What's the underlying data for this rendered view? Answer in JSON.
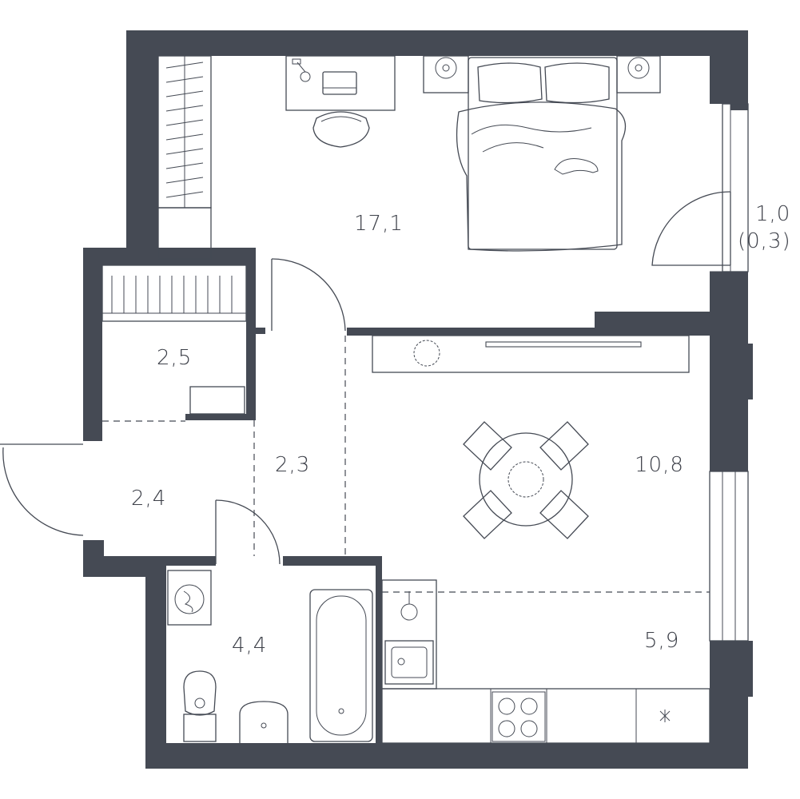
{
  "colors": {
    "wall": "#454a54",
    "line": "#454a54",
    "background": "#ffffff"
  },
  "rooms": {
    "bedroom": {
      "area": "17,1"
    },
    "balcony": {
      "area": "1,0",
      "area_reduced": "(0,3)"
    },
    "storage": {
      "area": "2,5"
    },
    "corridor": {
      "area": "2,3"
    },
    "entrance": {
      "area": "2,4"
    },
    "living": {
      "area": "10,8"
    },
    "kitchen": {
      "area": "5,9"
    },
    "bathroom": {
      "area": "4,4"
    }
  },
  "icons": {
    "bed": "bed-icon",
    "desk": "desk-icon",
    "chair": "office-chair-icon",
    "wardrobe": "wardrobe-icon",
    "nightstand": "nightstand-icon",
    "dining": "dining-table-icon",
    "stove": "stove-icon",
    "sink": "sink-icon",
    "toilet": "toilet-icon",
    "bathtub": "bathtub-icon",
    "washer": "washing-machine-icon",
    "tv": "tv-icon",
    "cat": "cat-icon",
    "plant": "plant-icon"
  }
}
